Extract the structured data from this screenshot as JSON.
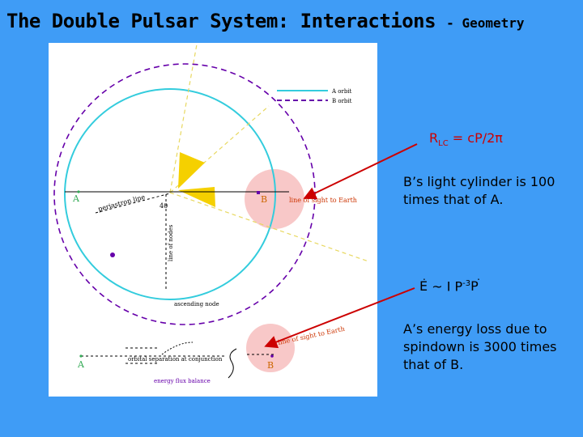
{
  "title": {
    "main": "The Double Pulsar System: Interactions",
    "sub": "- Geometry"
  },
  "figure": {
    "legend": {
      "a_orbit": "A orbit",
      "b_orbit": "B orbit"
    },
    "labels": {
      "a_top": "A",
      "b_top": "B",
      "angle": "40",
      "line_of_sight_top": "line of sight to Earth",
      "periastron": "periastron line",
      "line_of_nodes": "line of nodes",
      "ascending_node": "ascending node",
      "a_bottom": "A",
      "b_bottom": "B",
      "separation": "orbital separation at conjunction",
      "line_of_sight_bottom": "line of sight to Earth",
      "flux_balance": "energy flux balance"
    },
    "colors": {
      "a_orbit": "#33ccdd",
      "b_orbit": "#6600aa",
      "light_cylinder": "#f8c8c8",
      "cone": "#f5d000",
      "annotation": "#cc0000"
    }
  },
  "annotations": {
    "rlc": "R_LC = cP/2π",
    "rlc_base": "R",
    "rlc_sub": "LC",
    "rlc_rest": " = cP/2π",
    "b_light_cylinder": "B’s light cylinder is 100 times that of A.",
    "formula": "E ~ I P-3 P",
    "formula_e": "E",
    "formula_mid": " ~ I P",
    "formula_exp": "-3",
    "formula_p": " P",
    "energy_loss": "A’s energy loss due to spindown is 3000 times that of B."
  }
}
